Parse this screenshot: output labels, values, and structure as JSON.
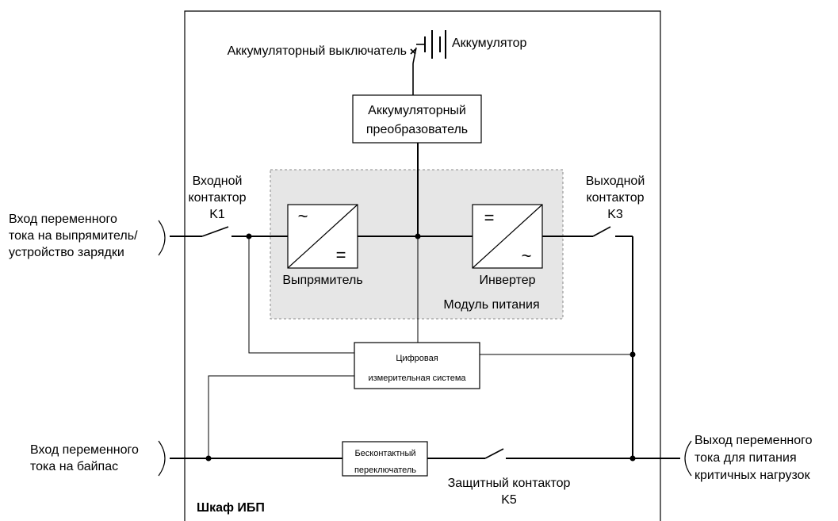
{
  "cabinet": {
    "label": "Шкаф ИБП"
  },
  "battery": {
    "label": "Аккумулятор"
  },
  "battery_switch": {
    "label": "Аккумуляторный выключатель"
  },
  "battery_converter": {
    "lines": [
      "Аккумуляторный",
      "преобразователь"
    ]
  },
  "input_contactor": {
    "lines": [
      "Входной",
      "контактор",
      "K1"
    ]
  },
  "output_contactor": {
    "lines": [
      "Выходной",
      "контактор",
      "K3"
    ]
  },
  "ac_input_rectifier": {
    "lines": [
      "Вход переменного",
      "тока на выпрямитель/",
      "устройство зарядки"
    ]
  },
  "rectifier": {
    "label": "Выпрямитель",
    "top_symbol": "~",
    "bottom_symbol": "="
  },
  "inverter": {
    "label": "Инвертер",
    "top_symbol": "=",
    "bottom_symbol": "~"
  },
  "power_module": {
    "label": "Модуль питания"
  },
  "measurement": {
    "lines": [
      "Цифровая",
      "измерительная система"
    ]
  },
  "ac_input_bypass": {
    "lines": [
      "Вход переменного",
      "тока на байпас"
    ]
  },
  "static_switch": {
    "lines": [
      "Бесконтактный",
      "переключатель"
    ]
  },
  "backfeed_contactor": {
    "lines": [
      "Защитный контактор",
      "K5"
    ]
  },
  "ac_output": {
    "lines": [
      "Выход переменного",
      "тока для питания",
      "критичных нагрузок"
    ]
  }
}
